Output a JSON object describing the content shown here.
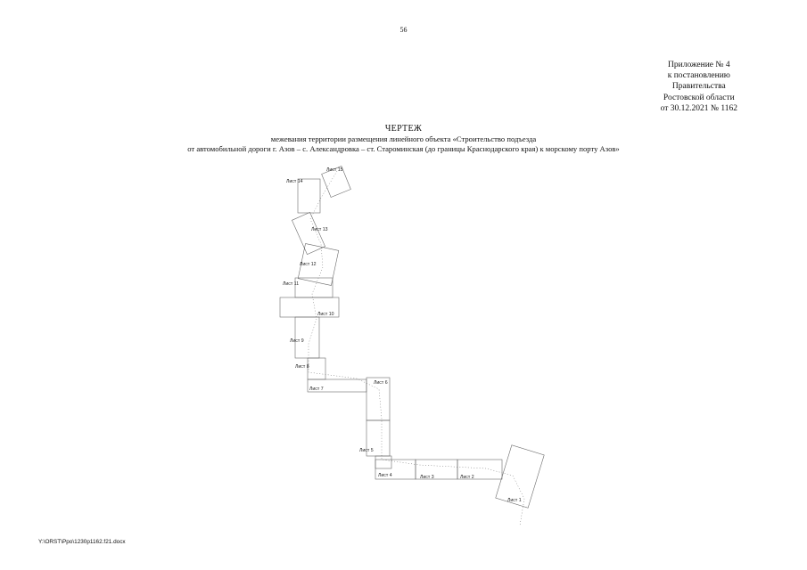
{
  "page_number": "56",
  "appendix": {
    "line1": "Приложение № 4",
    "line2": "к постановлению",
    "line3": "Правительства",
    "line4": "Ростовской области",
    "line5": "от 30.12.2021 № 1162"
  },
  "title": "ЧЕРТЕЖ",
  "subtitle_line1": "межевания территории размещения линейного объекта «Строительство подъезда",
  "subtitle_line2": "от автомобильной дороги г. Азов – с. Александровка – ст. Староминская (до границы Краснодарского края) к морскому порту Азов»",
  "sheets": [
    {
      "id": "s1",
      "label": "Лист 1"
    },
    {
      "id": "s2",
      "label": "Лист 2"
    },
    {
      "id": "s3",
      "label": "Лист 3"
    },
    {
      "id": "s4",
      "label": "Лист 4"
    },
    {
      "id": "s5",
      "label": "Лист 5"
    },
    {
      "id": "s6",
      "label": "Лист 6"
    },
    {
      "id": "s7",
      "label": "Лист 7"
    },
    {
      "id": "s8",
      "label": "Лист 8"
    },
    {
      "id": "s9",
      "label": "Лист 9"
    },
    {
      "id": "s10",
      "label": "Лист 10"
    },
    {
      "id": "s11",
      "label": "Лист 11"
    },
    {
      "id": "s12",
      "label": "Лист 12"
    },
    {
      "id": "s13",
      "label": "Лист 13"
    },
    {
      "id": "s14",
      "label": "Лист 14"
    },
    {
      "id": "s15",
      "label": "Лист 15"
    }
  ],
  "footer_path": "Y:\\ORST\\Ppo\\1230p1162.f21.docx"
}
